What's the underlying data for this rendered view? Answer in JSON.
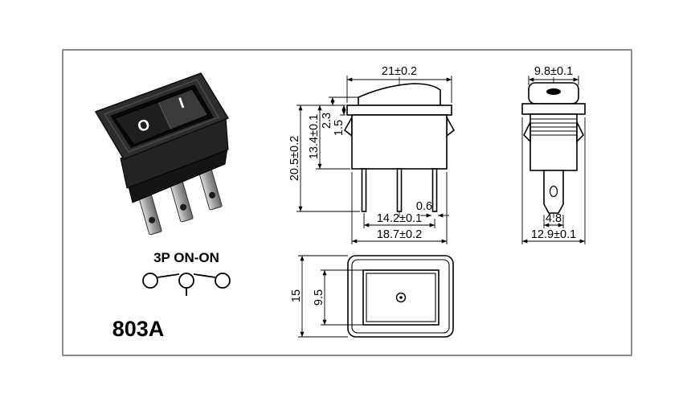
{
  "model_label": "803A",
  "symbol_label": "3P ON-ON",
  "rocker_markings": {
    "off": "O",
    "on": "I"
  },
  "front_view": {
    "width_top": "21±0.2",
    "height_total": "20.5±0.2",
    "height_body": "13.4±0.1",
    "height_rocker": "2.3",
    "height_flange": "1.5",
    "pin_thickness": "0.6",
    "pin_span": "14.2±0.1",
    "width_body": "18.7±0.2"
  },
  "side_view": {
    "width_top": "9.8±0.1",
    "pin_width": "4.8",
    "width_body": "12.9±0.1"
  },
  "top_view": {
    "height_outer": "15",
    "height_inner": "9.5"
  }
}
